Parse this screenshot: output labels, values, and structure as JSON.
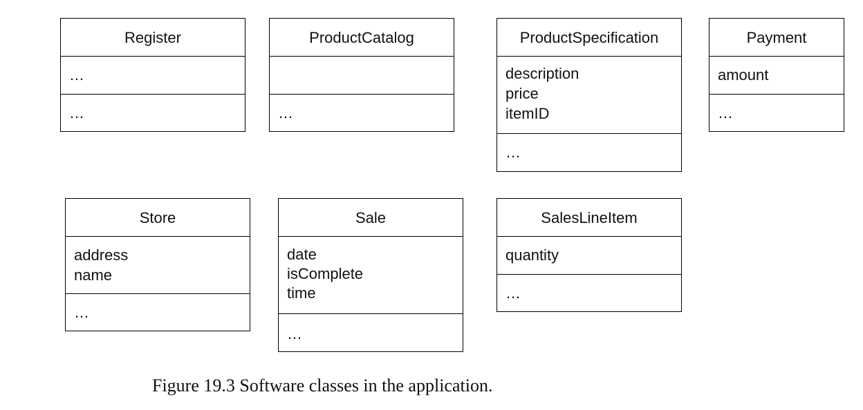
{
  "classes": {
    "register": {
      "name": "Register",
      "attributes": [
        "…"
      ],
      "operations": "…"
    },
    "product_catalog": {
      "name": "ProductCatalog",
      "attributes": [],
      "operations": "…"
    },
    "product_specification": {
      "name": "ProductSpecification",
      "attributes": [
        "description",
        "price",
        "itemID"
      ],
      "operations": "…"
    },
    "payment": {
      "name": "Payment",
      "attributes": [
        "amount"
      ],
      "operations": "…"
    },
    "store": {
      "name": "Store",
      "attributes": [
        "address",
        "name"
      ],
      "operations": "…"
    },
    "sale": {
      "name": "Sale",
      "attributes": [
        "date",
        "isComplete",
        "time"
      ],
      "operations": "…"
    },
    "sales_line_item": {
      "name": "SalesLineItem",
      "attributes": [
        "quantity"
      ],
      "operations": "…"
    }
  },
  "caption": "Figure 19.3 Software classes in the application."
}
